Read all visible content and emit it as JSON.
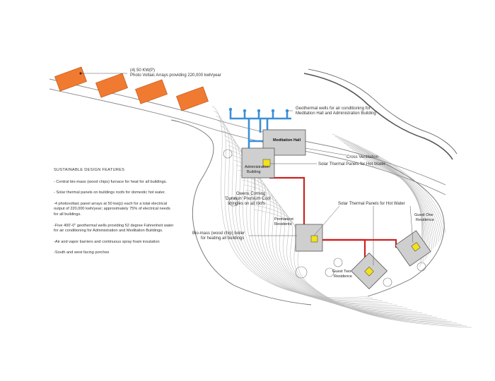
{
  "labels": {
    "pv_arrays": [
      "(4) 50 KW(P)",
      "Photo Voltaic Arrays providing 220,000 kwh/year"
    ],
    "geothermal": [
      "Geothermal wells for air conditioning for",
      "Meditation Hall and Administration Building"
    ],
    "cross_ventilation": "Cross Ventilation",
    "solar_thermal_1": "Solar Thermal Panels for Hot Water",
    "shingles": [
      "Owens Corning",
      "'Duration' Premium Cool",
      "shingles on all roofs"
    ],
    "solar_thermal_2": "Solar Thermal Panels for Hot Water",
    "boiler": [
      "Bio-mass (wood chip) boiler",
      "for heating all buildings"
    ]
  },
  "buildings": {
    "meditation_hall": "Meditation Hall",
    "administration": [
      "Administration",
      "Building"
    ],
    "permanent": [
      "Permanent",
      "Residents"
    ],
    "guest_one": [
      "Guest One",
      "Residence"
    ],
    "guest_two": [
      "Guest Two",
      "Residence"
    ]
  },
  "features": {
    "title": "SUSTAINABLE DESIGN FEATURES",
    "items": [
      "- Central bio-mass (wood chips) furnace for heat for all buildings.",
      "- Solar thermal panels on buildings roofs for domestic hot water.",
      "-4 photovoltaic panel arrays at 50 kw(p) each for a total electrical output of 220,000 kwh/year; approximately 75% of electrical needs for all buildings.",
      "-Five 400'-0\" geothermal wells providing 52 degree Fahrenheit water for air conditioning for Administration and Meditation Buildings.",
      "-Air and vapor barriers and continuous spray foam insulation",
      "-South and west facing porches"
    ]
  },
  "colors": {
    "pv_panel": "#f07a30",
    "geothermal_pipe": "#3a8fd8",
    "heating_pipe": "#cc2222",
    "solar_thermal": "#f2e21a",
    "building": "#cfcfcf",
    "contour": "#b8b8b8"
  }
}
